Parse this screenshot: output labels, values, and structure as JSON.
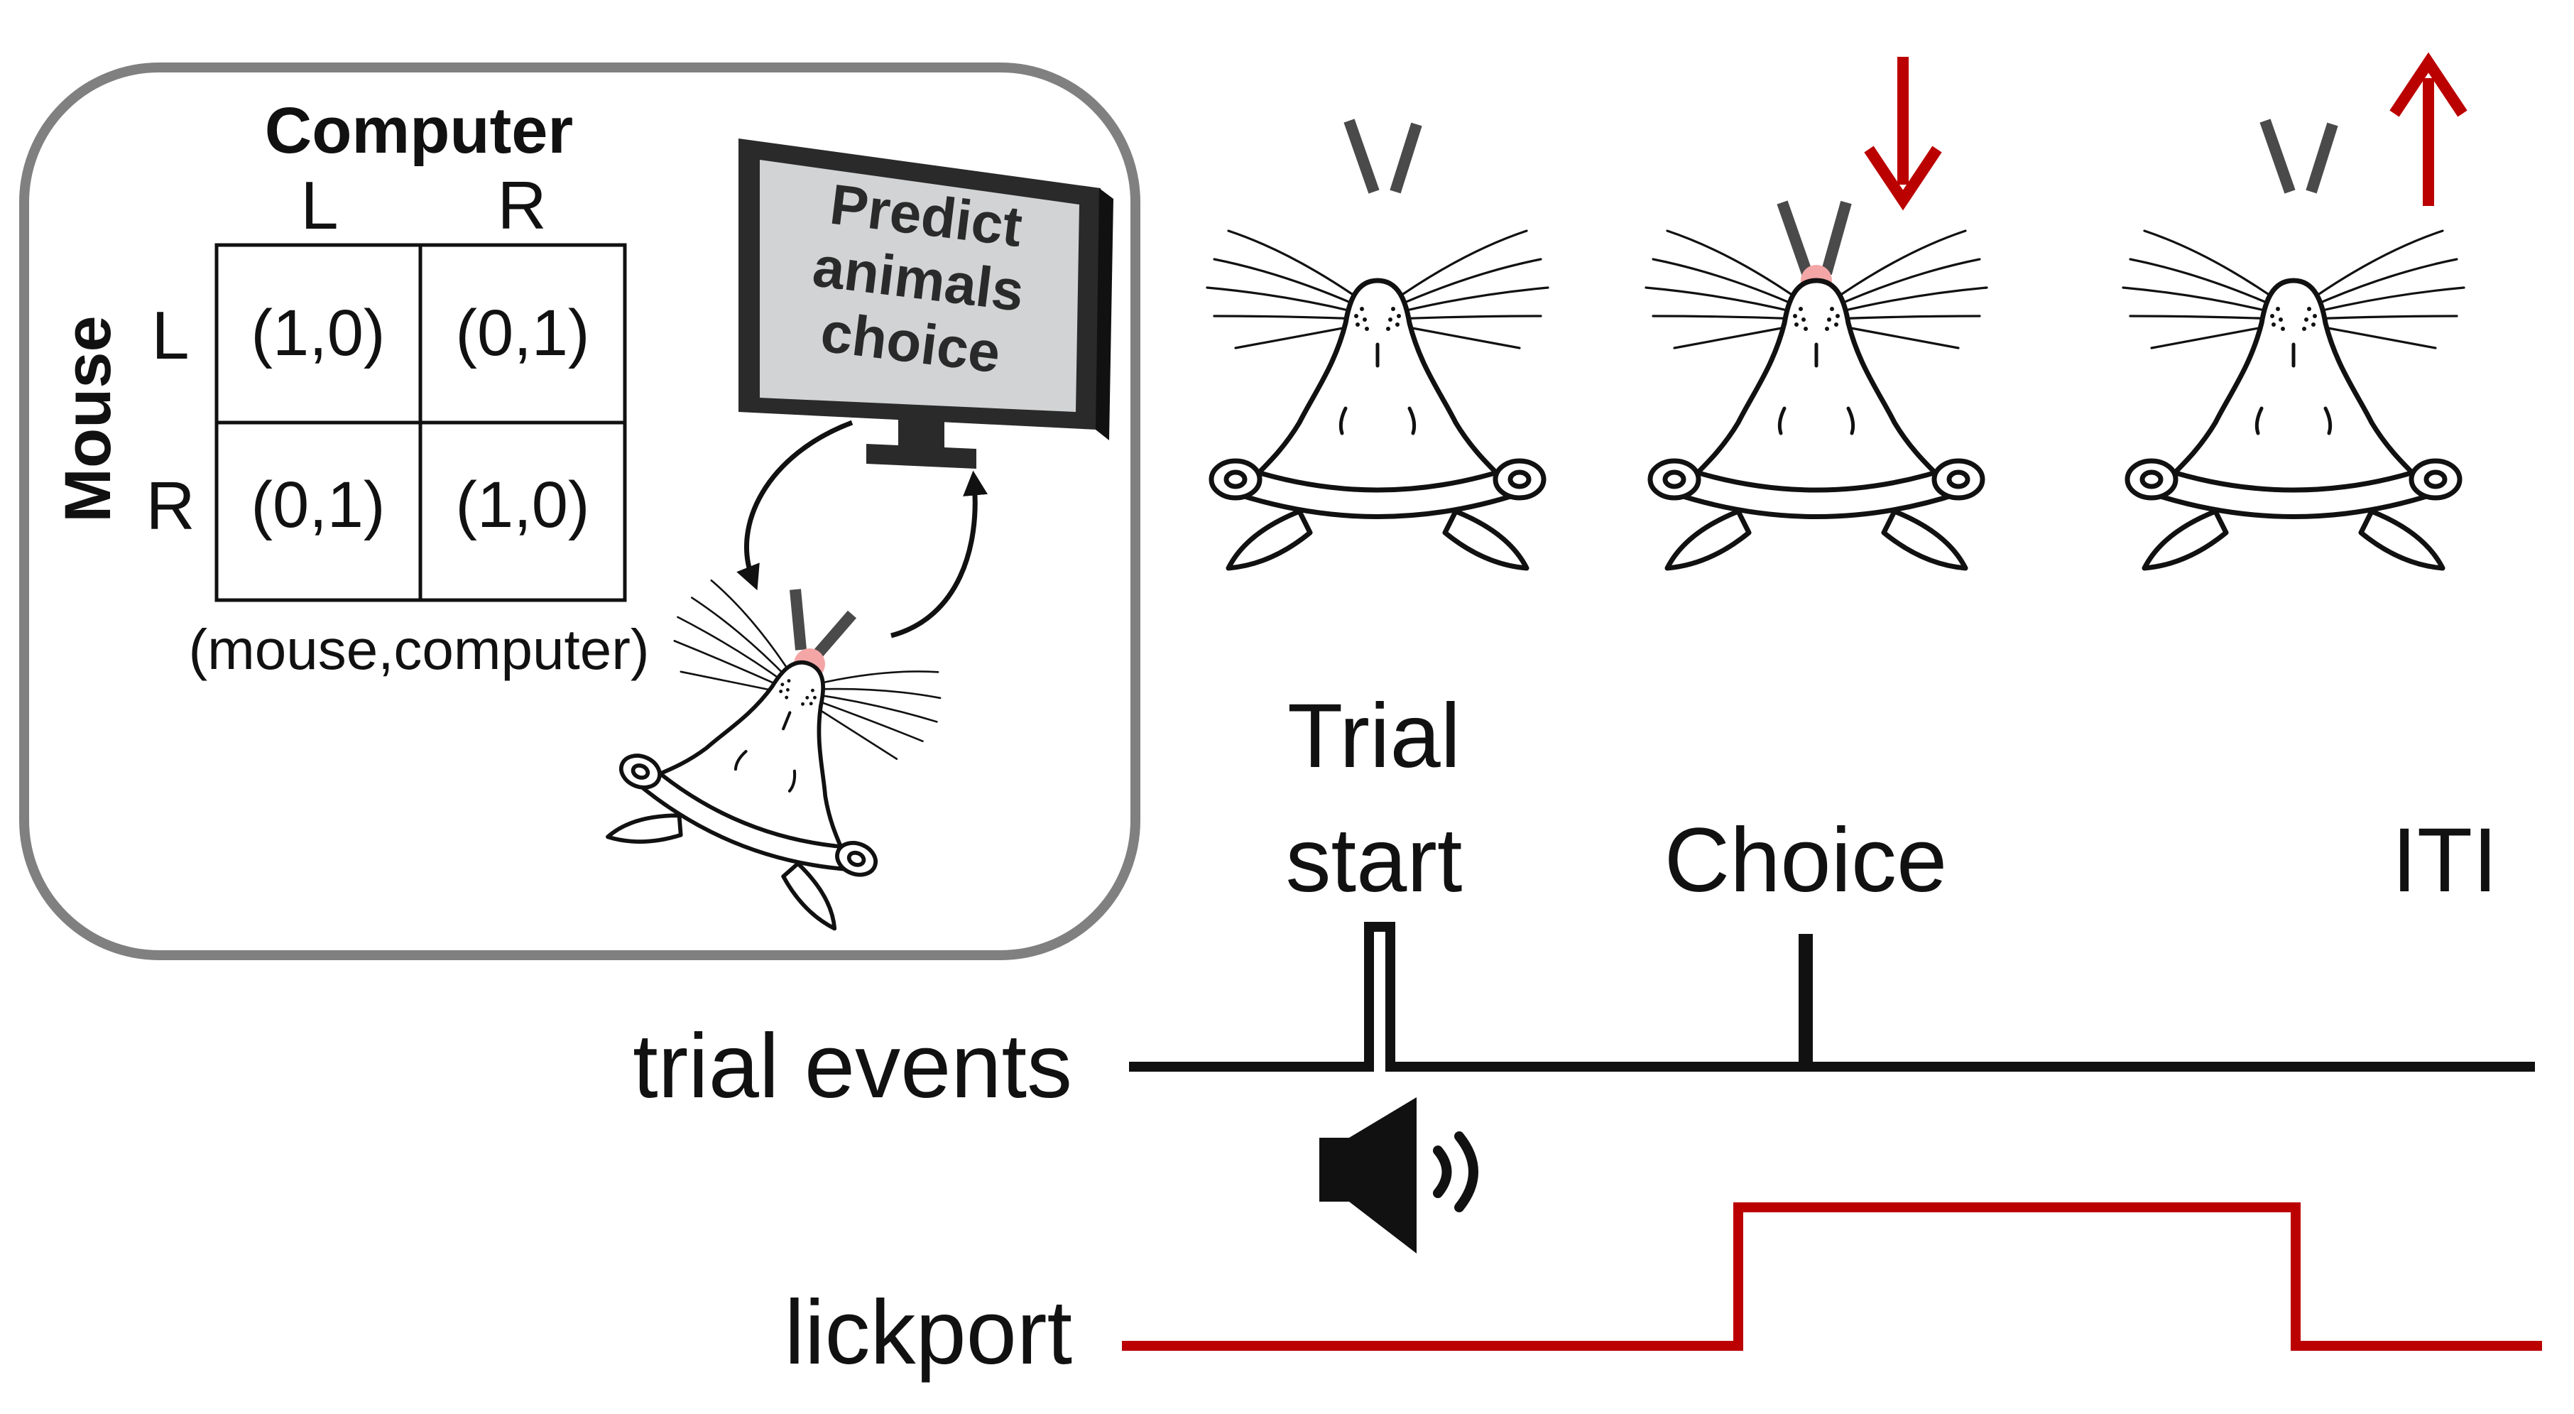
{
  "inset": {
    "computer_label": "Computer",
    "mouse_label": "Mouse",
    "col_headers": [
      "L",
      "R"
    ],
    "row_headers": [
      "L",
      "R"
    ],
    "payoff_matrix": [
      [
        "(1,0)",
        "(0,1)"
      ],
      [
        "(0,1)",
        "(1,0)"
      ]
    ],
    "legend": "(mouse,computer)",
    "monitor_text": [
      "Predict",
      "animals",
      "choice"
    ]
  },
  "timeline": {
    "trial_start": [
      "Trial",
      "start"
    ],
    "choice": "Choice",
    "iti": "ITI",
    "trial_events_label": "trial events",
    "lickport_label": "lickport"
  },
  "colors": {
    "lickport_trace": "#bb0000",
    "arrow_red": "#bb0000",
    "lick_spot": "#f4a6a6",
    "monitor_screen": "#d1d3d4",
    "frame_gray": "#808080"
  },
  "icons": {
    "sound": "speaker-icon",
    "down": "arrow-down-icon",
    "up": "arrow-up-icon"
  }
}
